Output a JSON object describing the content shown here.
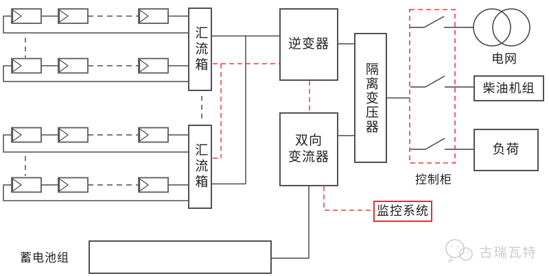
{
  "boxes": {
    "combiner1": "汇流箱",
    "combiner2": "汇流箱",
    "inverter": "逆变器",
    "bidirectional_converter": "双向\n变流器",
    "isolation_transformer": "隔离变压器",
    "diesel_genset": "柴油机组",
    "load": "负荷",
    "monitoring_system": "监控系统"
  },
  "labels": {
    "grid": "电网",
    "control_cabinet": "控制柜",
    "battery_pack": "蓄电池组",
    "watermark": "古瑞瓦特"
  },
  "colors": {
    "line": "#4a4a4a",
    "box_border": "#4f4f4f",
    "signal_red": "#ee3636",
    "monitor_border": "#e03030",
    "watermark_gray": "#cccccc",
    "text": "#1f1f1f",
    "background": "#ffffff"
  }
}
